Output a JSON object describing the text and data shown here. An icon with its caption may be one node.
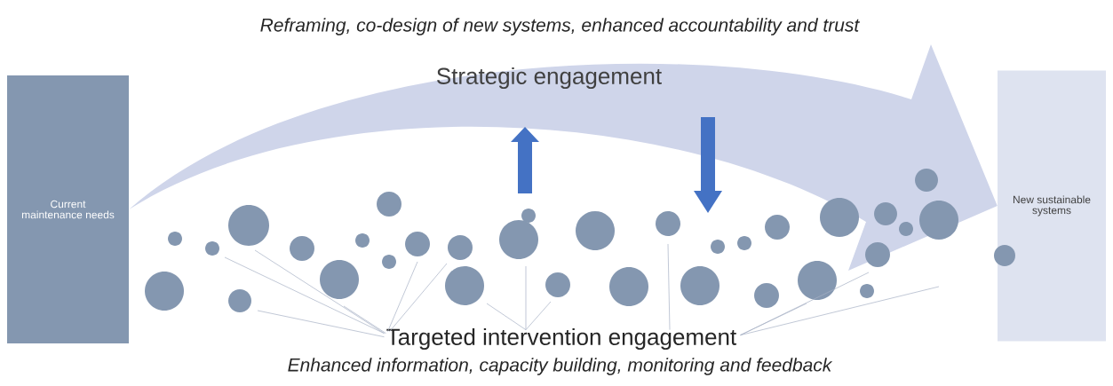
{
  "diagram": {
    "nodes": [
      {
        "text": [
          "Current maintenance needs"
        ]
      },
      {
        "text": [
          "New sustainable systems"
        ]
      },
      {
        "text": [
          "Targeted intervention engagement"
        ]
      }
    ],
    "edges": [
      {
        "from": 0,
        "to": 1,
        "arrow": "to",
        "label": "Strategic engagement",
        "style": "thick",
        "color": "#cfd5ea"
      },
      {
        "from": 2,
        "to": null,
        "arrow": "none"
      },
      {
        "from": 2,
        "to": null,
        "arrow": "none"
      },
      {
        "from": 2,
        "to": null,
        "arrow": "none"
      },
      {
        "from": 2,
        "to": null,
        "arrow": "none"
      },
      {
        "from": 2,
        "to": null,
        "arrow": "none"
      },
      {
        "from": 2,
        "to": null,
        "arrow": "none"
      },
      {
        "from": 2,
        "to": null,
        "arrow": "none"
      },
      {
        "from": 2,
        "to": null,
        "arrow": "none"
      },
      {
        "from": 2,
        "to": null,
        "arrow": "none"
      },
      {
        "from": 2,
        "to": null,
        "arrow": "none"
      },
      {
        "from": 2,
        "to": null,
        "arrow": "none"
      },
      {
        "from": 2,
        "to": null,
        "arrow": "none"
      },
      {
        "from": 2,
        "to": null,
        "arrow": "none"
      }
    ],
    "labels": [
      "Reframing, co-design of new systems, enhanced accountability and trust",
      "Enhanced information, capacity building, monitoring and feedback"
    ]
  }
}
